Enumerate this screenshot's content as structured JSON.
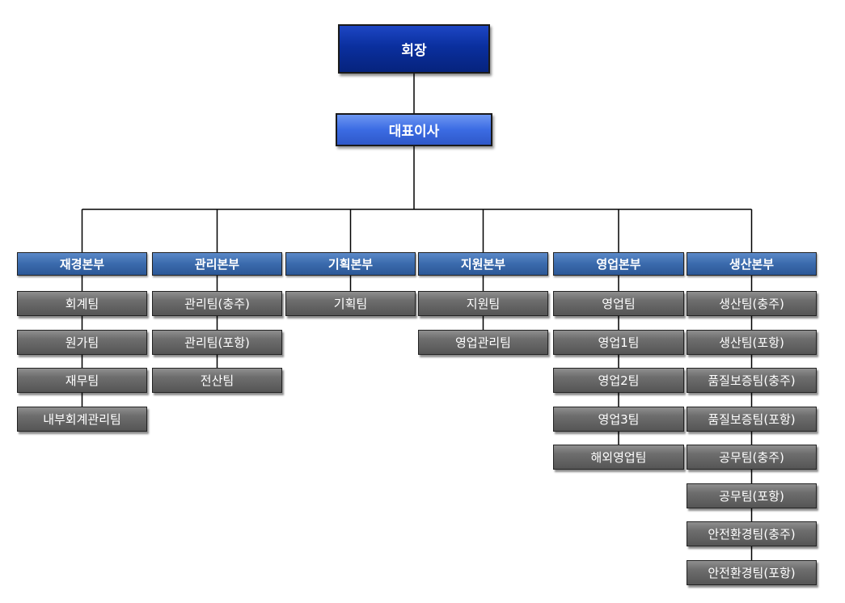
{
  "chairman": "회장",
  "ceo": "대표이사",
  "divisions": [
    {
      "name": "재경본부",
      "teams": [
        "회계팀",
        "원가팀",
        "재무팀",
        "내부회계관리팀"
      ]
    },
    {
      "name": "관리본부",
      "teams": [
        "관리팀(충주)",
        "관리팀(포항)",
        "전산팀"
      ]
    },
    {
      "name": "기획본부",
      "teams": [
        "기획팀"
      ]
    },
    {
      "name": "지원본부",
      "teams": [
        "지원팀",
        "영업관리팀"
      ]
    },
    {
      "name": "영업본부",
      "teams": [
        "영업팀",
        "영업1팀",
        "영업2팀",
        "영업3팀",
        "해외영업팀"
      ]
    },
    {
      "name": "생산본부",
      "teams": [
        "생산팀(충주)",
        "생산팀(포항)",
        "품질보증팀(충주)",
        "품질보증팀(포항)",
        "공무팀(충주)",
        "공무팀(포항)",
        "안전환경팀(충주)",
        "안전환경팀(포항)"
      ]
    }
  ],
  "colors": {
    "chairman_fill": "#0a2f9e",
    "ceo_fill": "#3b6be3",
    "division_fill": "#3a6aac",
    "team_fill": "#6e6e6e",
    "line": "#000000"
  }
}
